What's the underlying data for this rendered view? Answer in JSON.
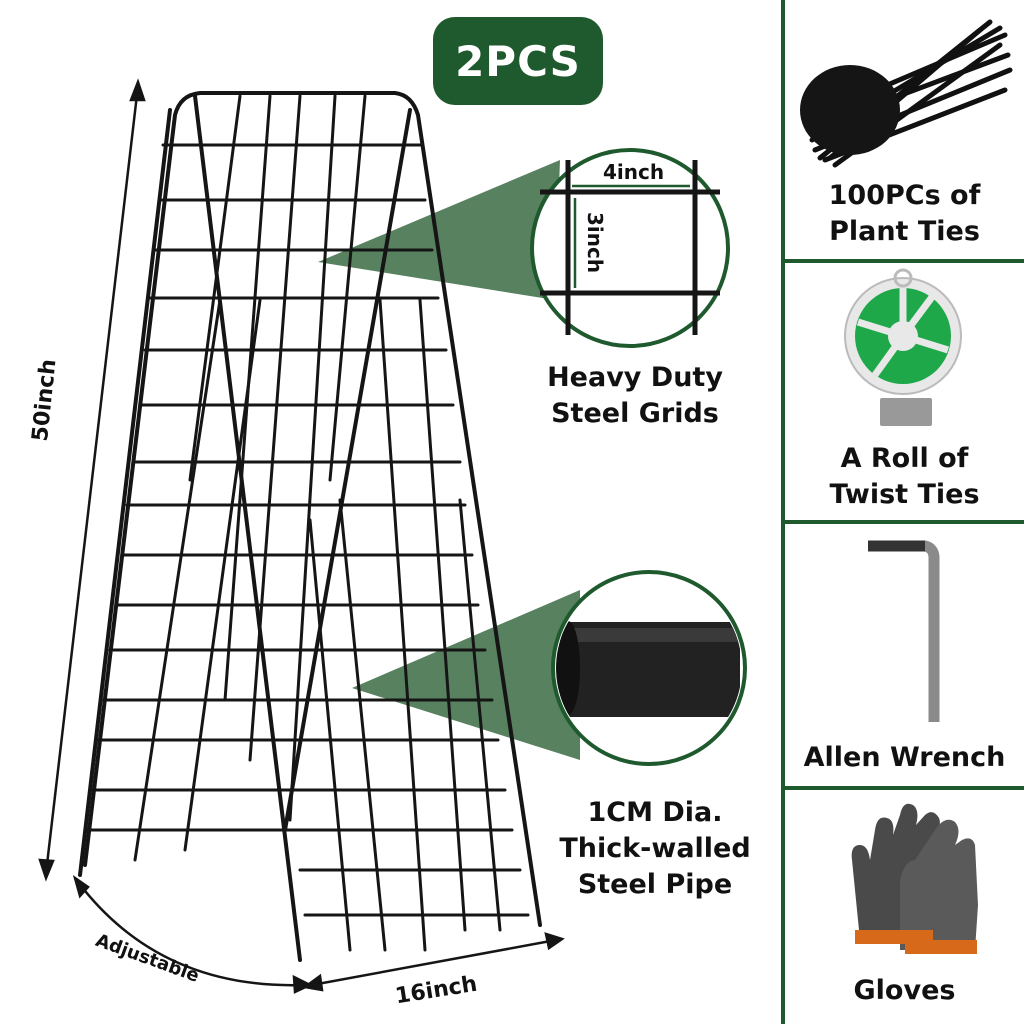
{
  "badge": {
    "text": "2PCS"
  },
  "dimensions": {
    "height": "50inch",
    "width": "16inch",
    "adjustable": "Adjustable",
    "grid_width": "4inch",
    "grid_height": "3inch"
  },
  "callouts": {
    "grids_line1": "Heavy Duty",
    "grids_line2": "Steel Grids",
    "pipe_line1": "1CM Dia.",
    "pipe_line2": "Thick-walled",
    "pipe_line3": "Steel Pipe"
  },
  "accessories": [
    {
      "line1": "100PCs of",
      "line2": "Plant Ties",
      "icon": "cable-ties-icon"
    },
    {
      "line1": "A Roll of",
      "line2": "Twist Ties",
      "icon": "twist-tie-roll-icon"
    },
    {
      "line1": "Allen Wrench",
      "line2": "",
      "icon": "allen-wrench-icon"
    },
    {
      "line1": "Gloves",
      "line2": "",
      "icon": "gloves-icon"
    }
  ],
  "colors": {
    "brand_green": "#1f5a2e",
    "callout_green": "#4f7a57",
    "frame": "#151515"
  }
}
